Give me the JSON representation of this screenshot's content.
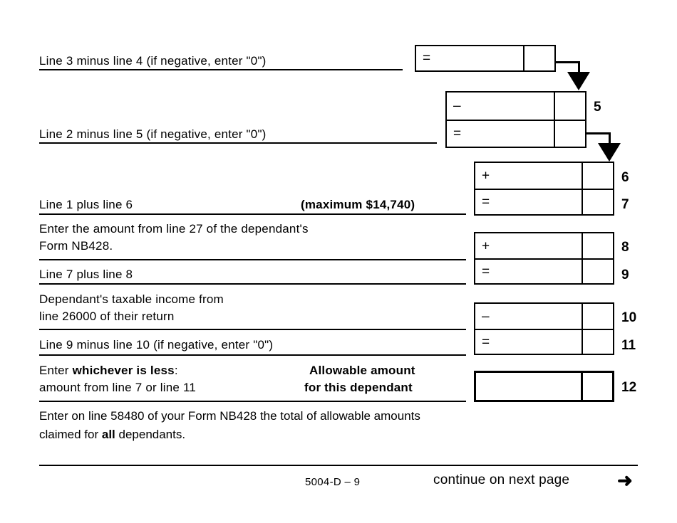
{
  "document": {
    "form_code": "5004-D – 9",
    "continue_text": "continue on next page",
    "continue_arrow": "➜"
  },
  "rows": [
    {
      "id": "line5-source",
      "label": "Line 3 minus line 4 (if negative, enter \"0\")",
      "operator": "=",
      "line_number": ""
    },
    {
      "id": "line5-minus",
      "label": "",
      "operator": "–",
      "line_number": "5"
    },
    {
      "id": "line6-source",
      "label": "Line 2 minus line 5 (if negative, enter \"0\")",
      "operator": "=",
      "line_number": ""
    },
    {
      "id": "line6",
      "label": "",
      "operator": "+",
      "line_number": "6"
    },
    {
      "id": "line7",
      "label": "Line 1 plus line 6",
      "label_bold": "(maximum $14,740)",
      "operator": "=",
      "line_number": "7"
    },
    {
      "id": "line8",
      "label_line1": "Enter the amount from line 27 of the dependant's",
      "label_line2": "Form NB428.",
      "operator": "+",
      "line_number": "8"
    },
    {
      "id": "line9",
      "label": "Line 7 plus line 8",
      "operator": "=",
      "line_number": "9"
    },
    {
      "id": "line10",
      "label_line1": "Dependant's taxable income from",
      "label_line2": "line 26000 of their return",
      "operator": "–",
      "line_number": "10"
    },
    {
      "id": "line11",
      "label": "Line 9 minus line 10 (if negative, enter \"0\")",
      "operator": "=",
      "line_number": "11"
    },
    {
      "id": "line12",
      "label_line1_pre": "Enter ",
      "label_line1_bold": "whichever is less",
      "label_line1_post": ":",
      "label_line2": "amount from line 7 or line 11",
      "callout_line1": "Allowable amount",
      "callout_line2": "for this dependant",
      "operator": "",
      "line_number": "12"
    }
  ],
  "closing": {
    "line1": "Enter on line 58480 of your Form NB428 the total of allowable amounts",
    "line2_pre": "claimed for ",
    "line2_bold": "all",
    "line2_post": " dependants."
  },
  "colors": {
    "ink": "#000000",
    "paper": "#ffffff"
  }
}
